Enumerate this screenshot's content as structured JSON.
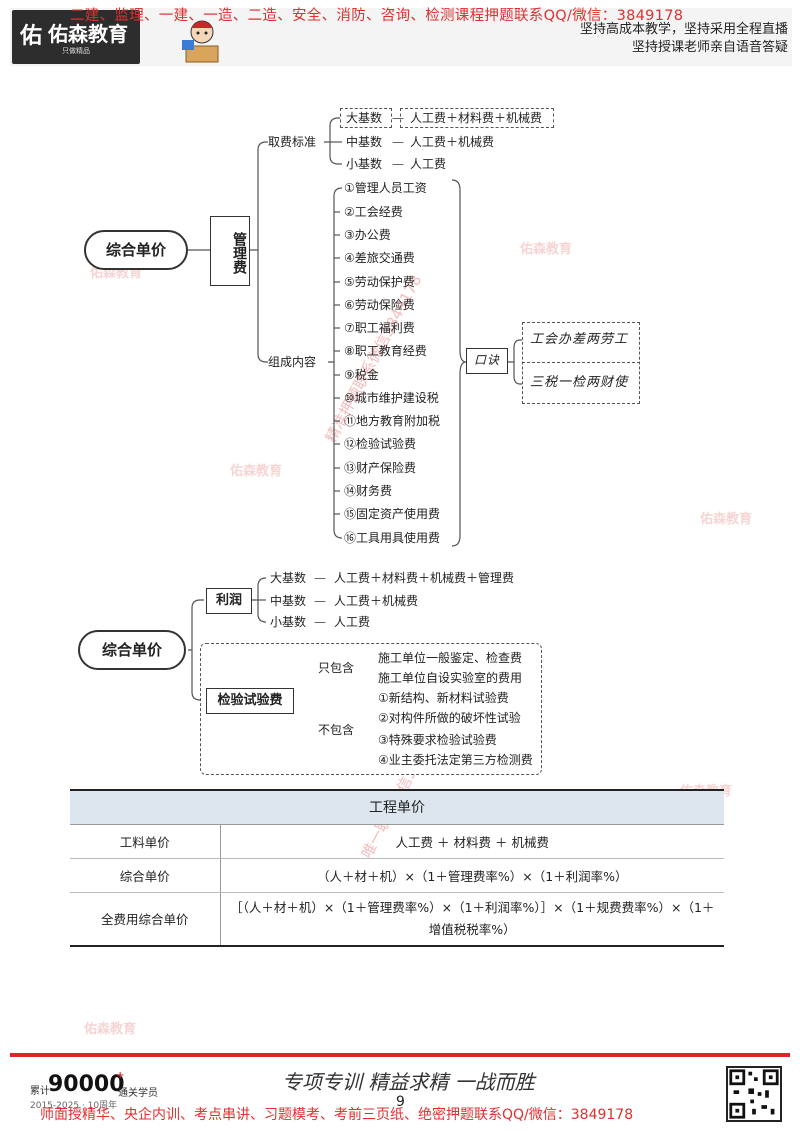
{
  "header": {
    "logo_name": "佑森教育",
    "logo_slogan": "只做精品",
    "promo_top": "二建、监理、一建、一造、二造、安全、消防、咨询、检测课程押题联系QQ/微信：3849178",
    "slogan_1": "坚持高成本教学，坚持采用全程直播",
    "slogan_2": "坚持授课老师亲自语音答疑"
  },
  "map1": {
    "root": "综合单价",
    "branch": "管理费",
    "standard_label": "取费标准",
    "standard": [
      {
        "label": "大基数",
        "formula": "人工费＋材料费＋机械费"
      },
      {
        "label": "中基数",
        "formula": "人工费＋机械费"
      },
      {
        "label": "小基数",
        "formula": "人工费"
      }
    ],
    "content_label": "组成内容",
    "items": [
      "①管理人员工资",
      "②工会经费",
      "③办公费",
      "④差旅交通费",
      "⑤劳动保护费",
      "⑥劳动保险费",
      "⑦职工福利费",
      "⑧职工教育经费",
      "⑨税金",
      "⑩城市维护建设税",
      "⑪地方教育附加税",
      "⑫检验试验费",
      "⑬财产保险费",
      "⑭财务费",
      "⑮固定资产使用费",
      "⑯工具用具使用费"
    ],
    "mnemonic_label": "口诀",
    "mnemonics": [
      "工会办差两劳工",
      "三税一检两财使"
    ]
  },
  "map2": {
    "root": "综合单价",
    "profit_label": "利润",
    "profit": [
      {
        "label": "大基数",
        "formula": "人工费＋材料费＋机械费＋管理费"
      },
      {
        "label": "中基数",
        "formula": "人工费＋机械费"
      },
      {
        "label": "小基数",
        "formula": "人工费"
      }
    ],
    "test_label": "检验试验费",
    "include_label": "只包含",
    "include": [
      "施工单位一般鉴定、检查费",
      "施工单位自设实验室的费用"
    ],
    "exclude_label": "不包含",
    "exclude": [
      "①新结构、新材料试验费",
      "②对构件所做的破坏性试验",
      "③特殊要求检验试验费",
      "④业主委托法定第三方检测费"
    ]
  },
  "table": {
    "title": "工程单价",
    "rows": [
      {
        "name": "工料单价",
        "formula": "人工费 ＋ 材料费 ＋ 机械费"
      },
      {
        "name": "综合单价",
        "formula": "（人＋材＋机）×（1＋管理费率%）×（1＋利润率%）"
      },
      {
        "name": "全费用综合单价",
        "formula": "［（人＋材＋机）×（1＋管理费率%）×（1＋利润率%）］×（1＋规费费率%）×（1＋增值税税率%）"
      }
    ]
  },
  "watermarks": {
    "diag_1": "精准押题联系微信3849178",
    "diag_2": "唯一联系微信3849178",
    "logo": "佑森教育"
  },
  "footer": {
    "signature": "专项专训  精益求精  一战而胜",
    "count": "90000",
    "count_suffix": "+",
    "count_label": "累计",
    "count_sub": "通关学员",
    "years": "2015-2025 · 10周年",
    "page": "9",
    "promo_bottom": "师面授精华、央企内训、考点串讲、习题模考、考前三页纸、绝密押题联系QQ/微信：3849178"
  }
}
